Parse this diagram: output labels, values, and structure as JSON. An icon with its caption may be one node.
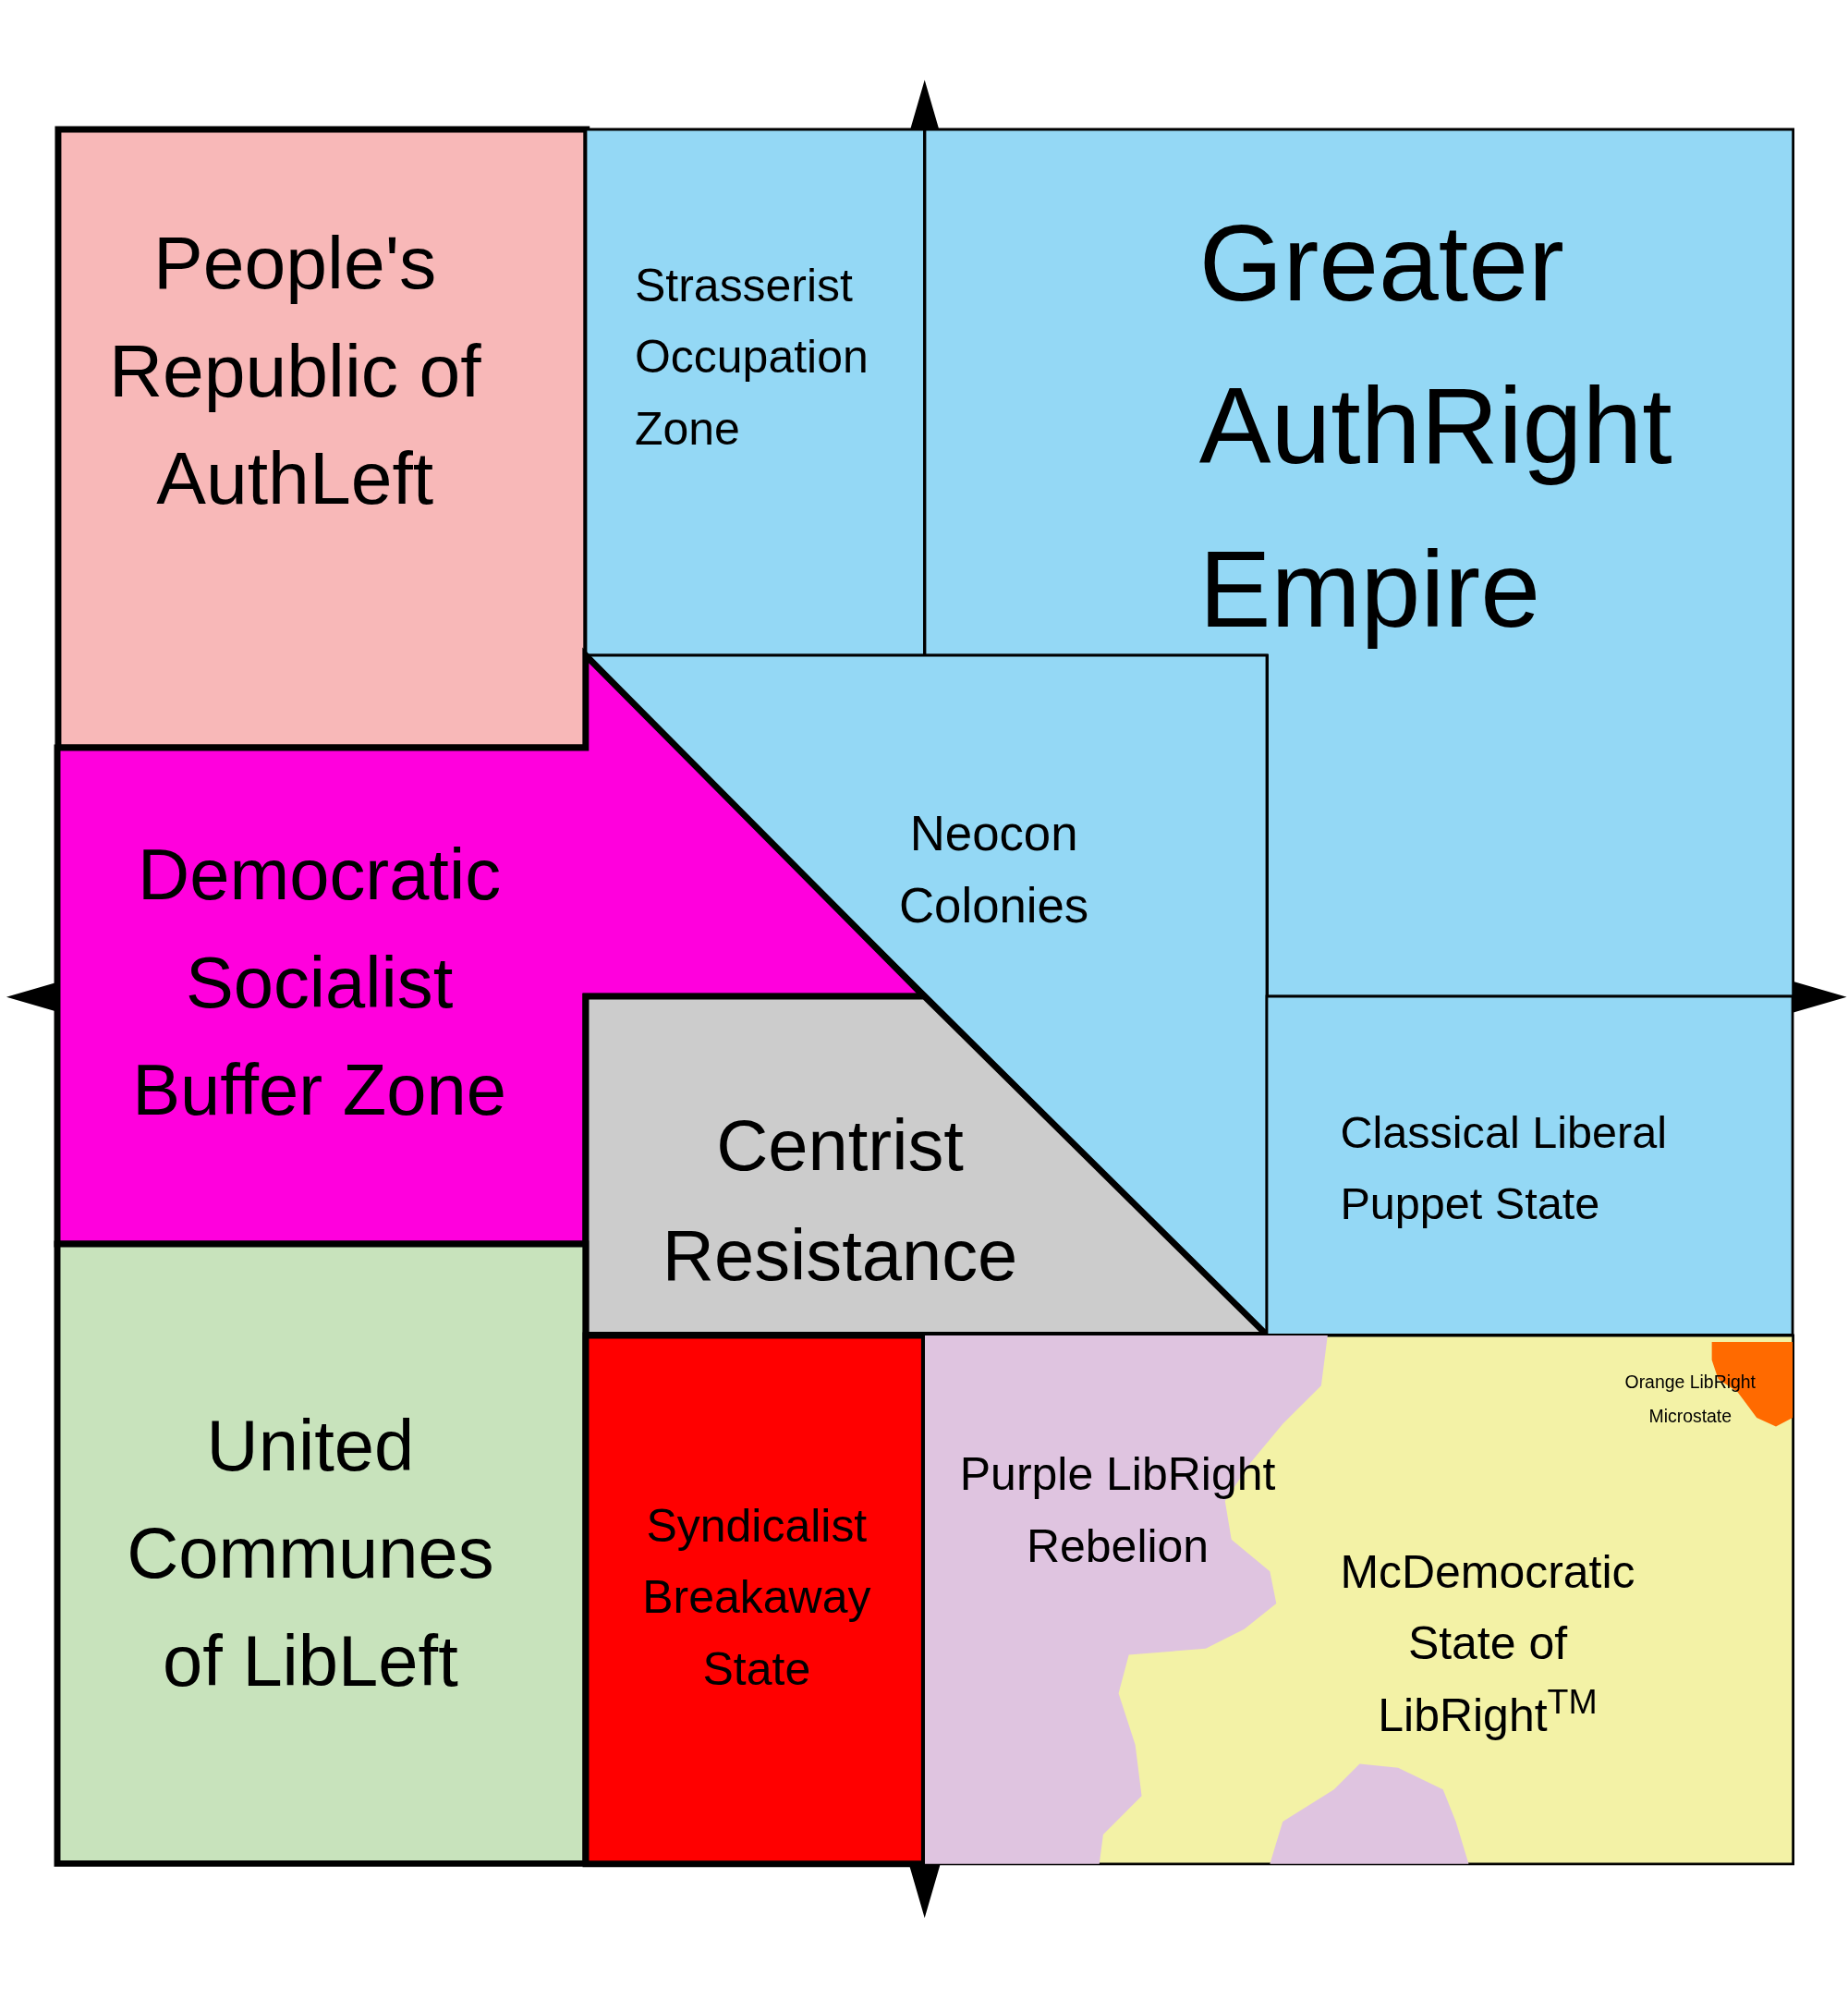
{
  "diagram": {
    "nodes": [
      {
        "text": [
          "People's Republic of AuthLeft"
        ]
      },
      {
        "text": [
          "Strasserist Occupation Zone"
        ]
      },
      {
        "text": [
          "Greater AuthRight Empire"
        ]
      },
      {
        "text": [
          "Neocon Colonies"
        ]
      },
      {
        "text": [
          "Democratic Socialist Buffer Zone"
        ]
      },
      {
        "text": [
          "Centrist Resistance"
        ]
      },
      {
        "text": [
          "Classical Liberal Puppet State"
        ]
      },
      {
        "text": [
          "United Communes of LibLeft"
        ]
      },
      {
        "text": [
          "Syndicalist Breakaway State"
        ]
      },
      {
        "text": [
          "Purple LibRight Rebelion"
        ],
        "in": 10
      },
      {
        "text": [
          "McDemocratic State of LibRight$^{TM}$"
        ]
      },
      {
        "text": [
          "Orange LibRight Microstate"
        ],
        "in": 10
      }
    ]
  }
}
